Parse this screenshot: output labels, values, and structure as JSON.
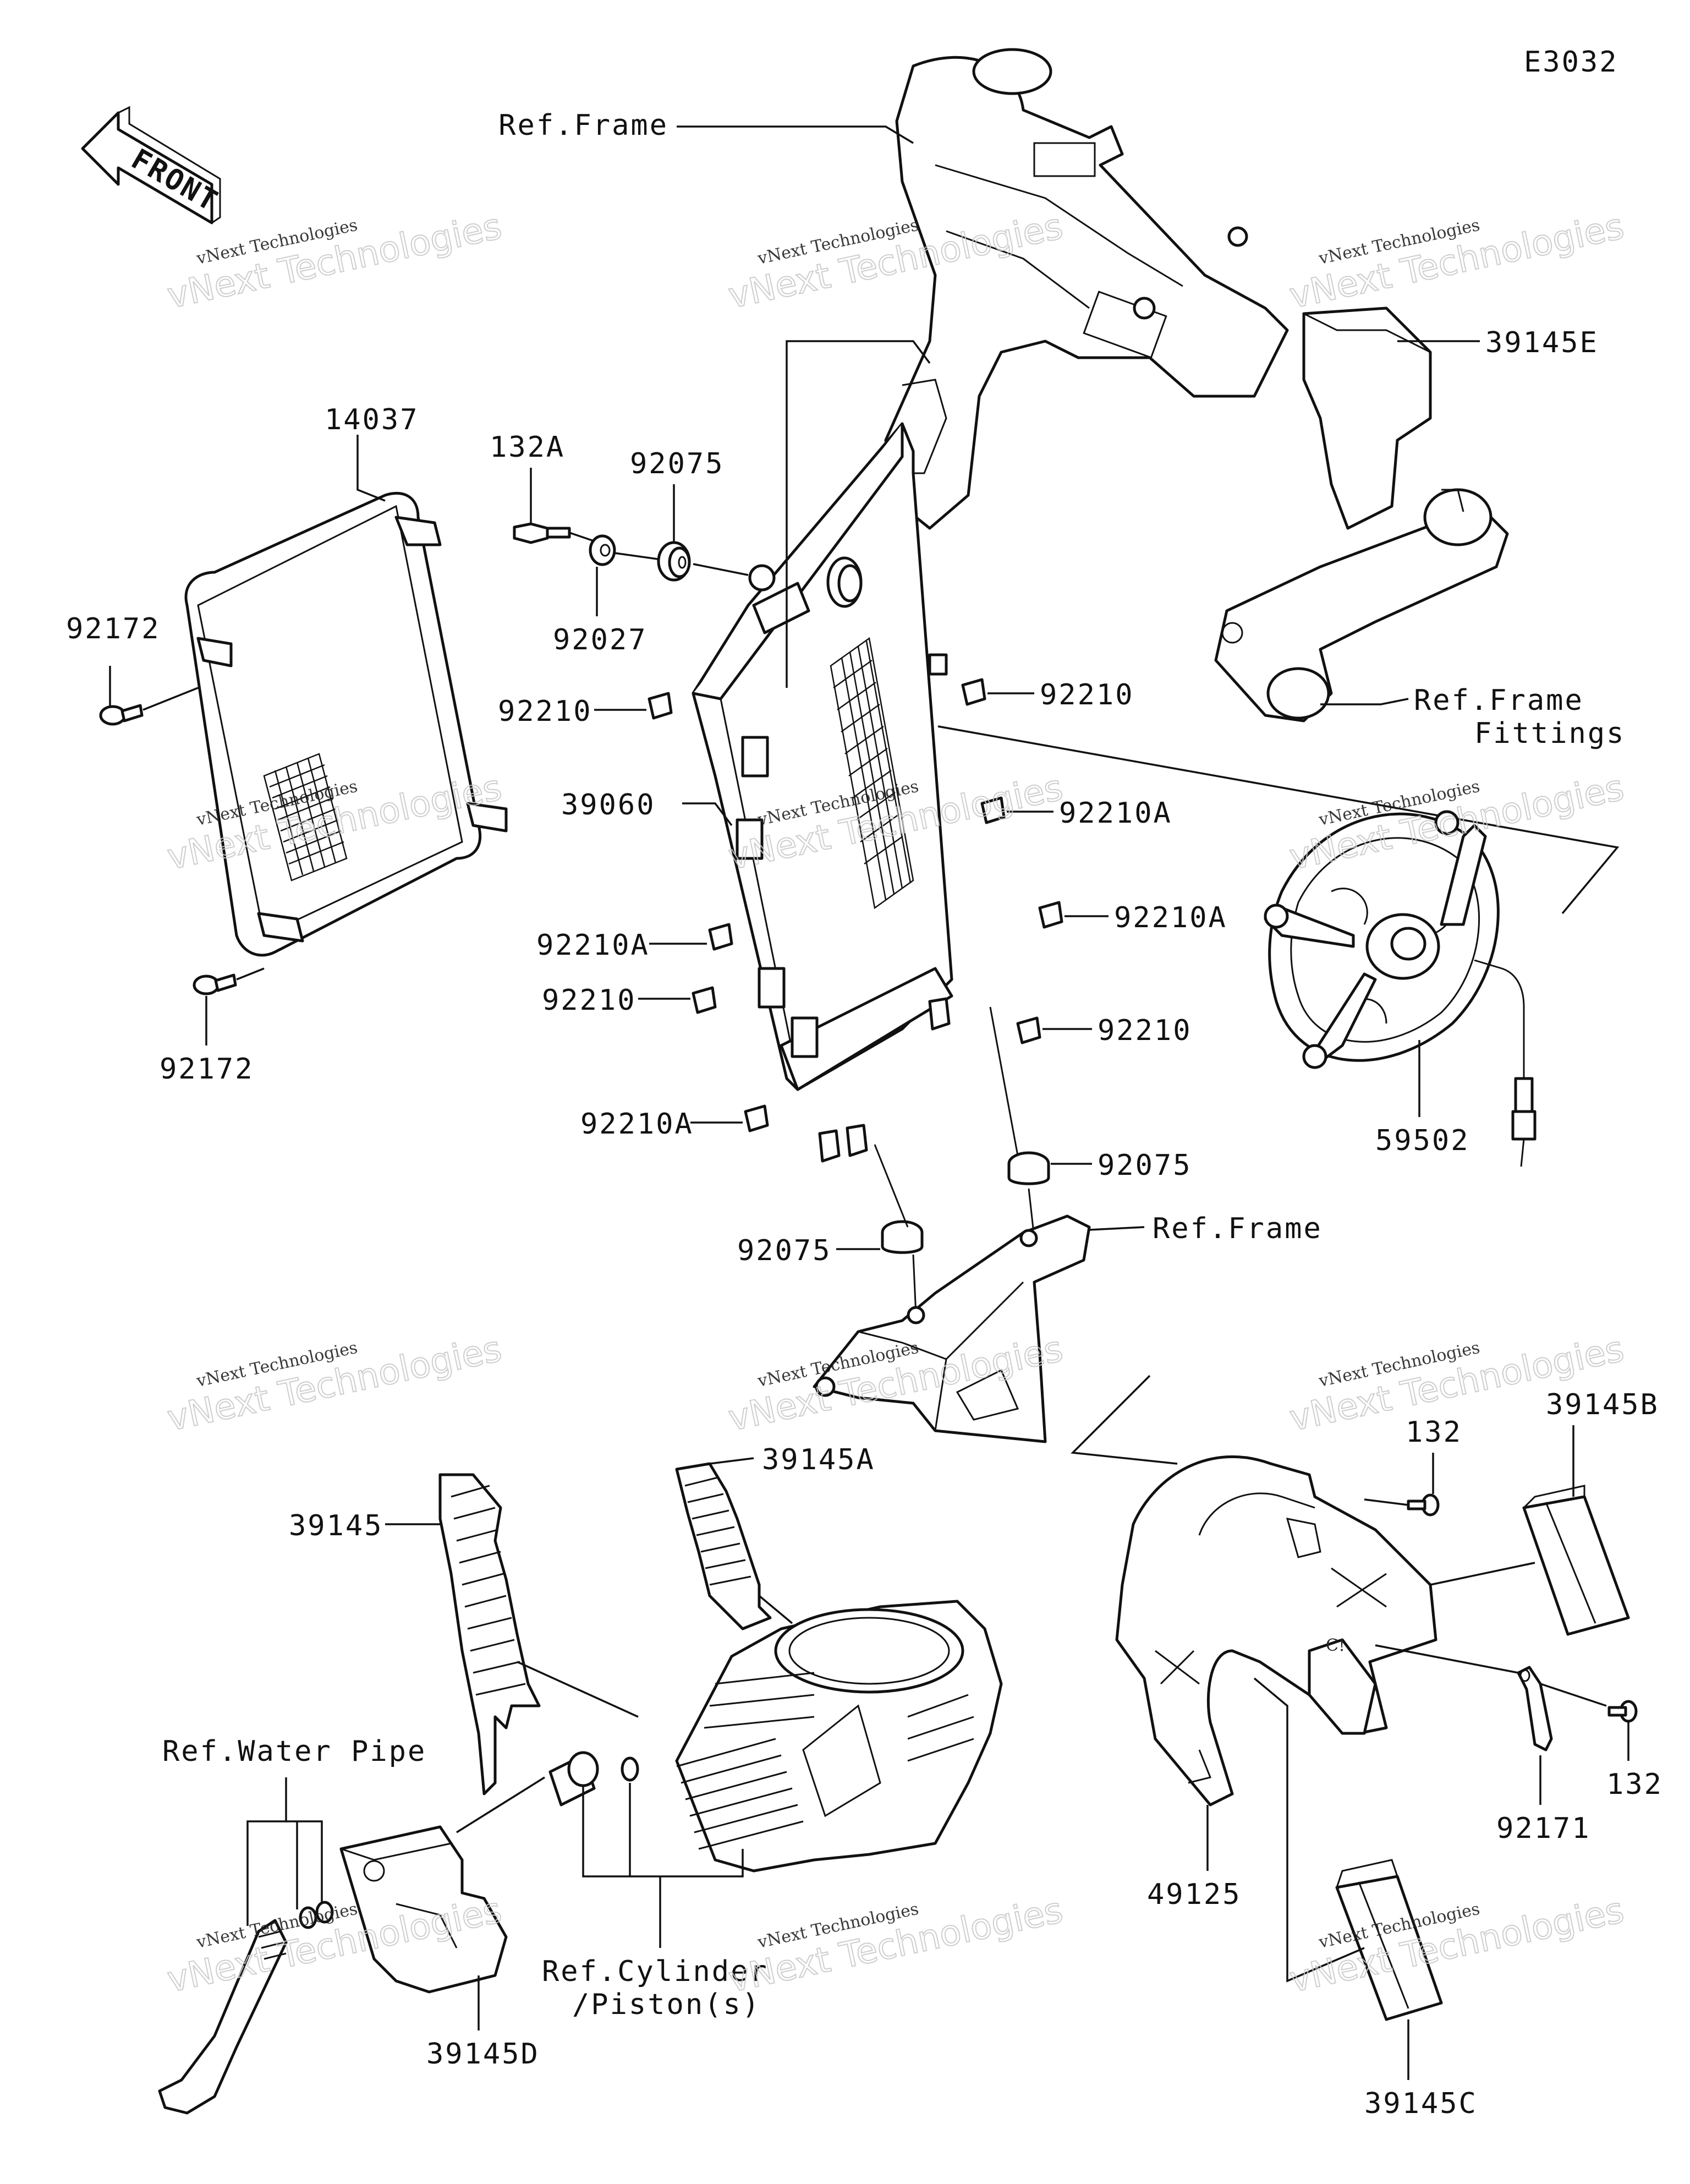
{
  "diagram_code": "E3032",
  "front_label": "FRONT",
  "watermark": {
    "line1": "vNext Technologies",
    "line2": "vNext Technologies"
  },
  "labels": {
    "ref_frame_top": "Ref.Frame",
    "p39145E": "39145E",
    "p14037": "14037",
    "p132A": "132A",
    "p92075_top": "92075",
    "p92027": "92027",
    "p92172_top": "92172",
    "p92210_right_top": "92210",
    "p92210_left_top": "92210",
    "ref_frame_fittings_1": "Ref.Frame",
    "ref_frame_fittings_2": "Fittings",
    "p39060": "39060",
    "p92210A_right_1": "92210A",
    "p92210A_right_2": "92210A",
    "p92210A_left_1": "92210A",
    "p92210_left_mid": "92210",
    "p92210_right_low": "92210",
    "p92172_bottom": "92172",
    "p92210A_left_2": "92210A",
    "p59502": "59502",
    "p92075_right": "92075",
    "p92075_left": "92075",
    "ref_frame_mid": "Ref.Frame",
    "p132_top": "132",
    "p39145B": "39145B",
    "p39145A": "39145A",
    "p39145": "39145",
    "ref_water_pipe": "Ref.Water Pipe",
    "p132_bottom": "132",
    "p92171": "92171",
    "p49125": "49125",
    "ref_cylinder_1": "Ref.Cylinder",
    "ref_cylinder_2": "/Piston(s)",
    "p39145D": "39145D",
    "p39145C": "39145C"
  }
}
